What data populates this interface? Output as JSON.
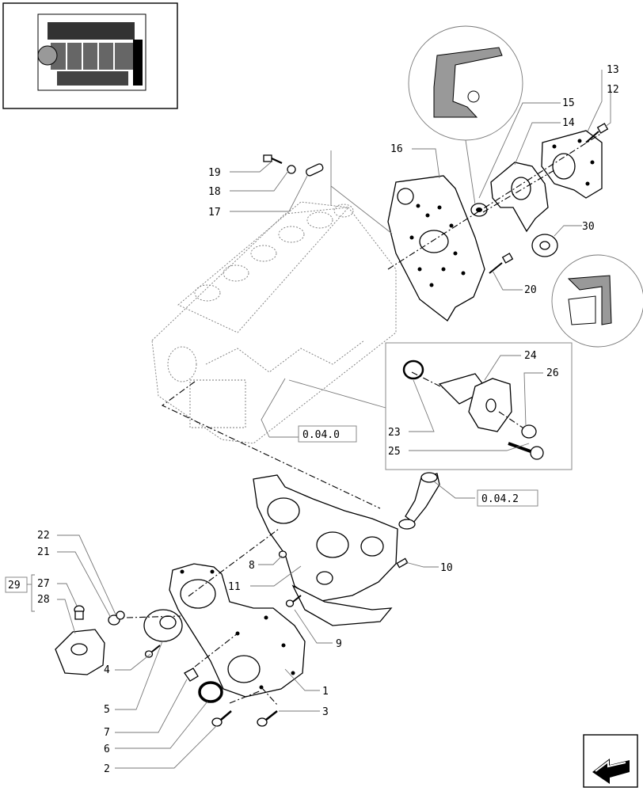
{
  "callouts": {
    "c1": "1",
    "c2": "2",
    "c3": "3",
    "c4": "4",
    "c5": "5",
    "c6": "6",
    "c7": "7",
    "c8": "8",
    "c9": "9",
    "c10": "10",
    "c11": "11",
    "c12": "12",
    "c13": "13",
    "c14": "14",
    "c15": "15",
    "c16": "16",
    "c17": "17",
    "c18": "18",
    "c19": "19",
    "c20": "20",
    "c21": "21",
    "c22": "22",
    "c23": "23",
    "c24": "24",
    "c25": "25",
    "c26": "26",
    "c27": "27",
    "c28": "28",
    "c29": "29",
    "c30": "30"
  },
  "references": {
    "ref_block": "0.04.0",
    "ref_pipe": "0.04.2"
  },
  "icons": {
    "thumbnail": "engine-thumbnail-icon",
    "nav": "next-page-arrow-icon"
  }
}
